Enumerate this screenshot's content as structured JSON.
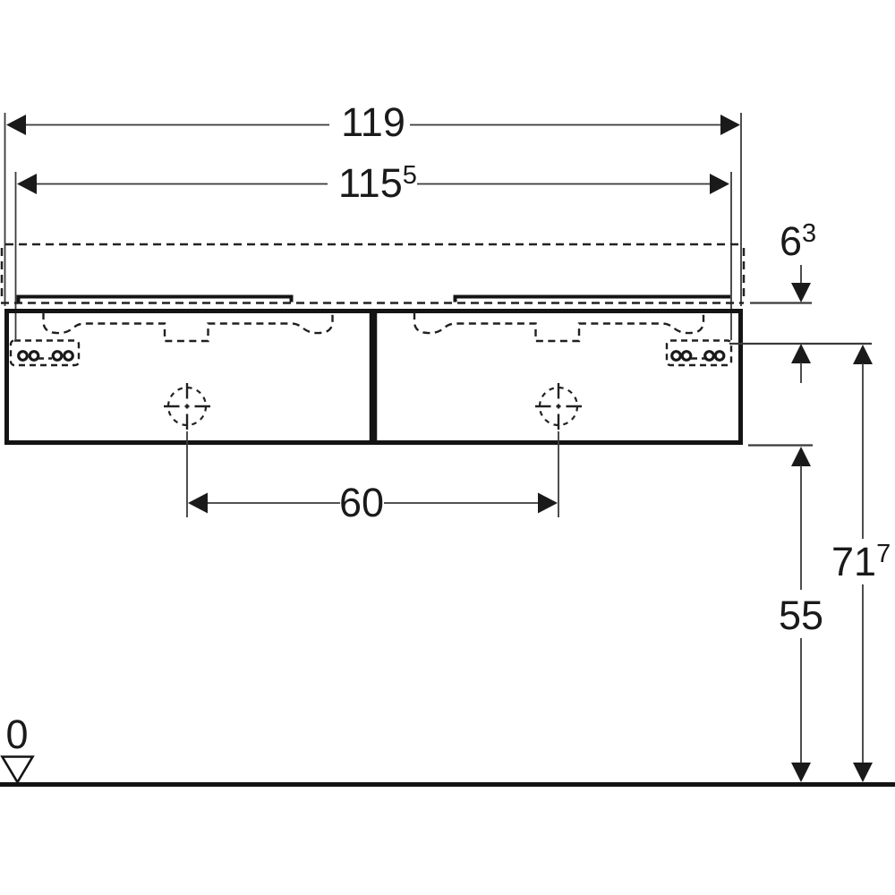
{
  "colors": {
    "background": "#ffffff",
    "line": "#3a3a3a",
    "outline": "#141414",
    "text": "#1a1a1a"
  },
  "dimensions": {
    "total_width": {
      "value": "119",
      "sup": ""
    },
    "washbasin_width": {
      "value": "115",
      "sup": "5"
    },
    "washbasin_height": {
      "value": "6",
      "sup": "3"
    },
    "basin_center_spacing": {
      "value": "60",
      "sup": ""
    },
    "height_to_cabinet_bottom": {
      "value": "55",
      "sup": ""
    },
    "height_to_washbasin_underside": {
      "value": "71",
      "sup": "7"
    },
    "datum_level": {
      "value": "0",
      "sup": ""
    }
  }
}
